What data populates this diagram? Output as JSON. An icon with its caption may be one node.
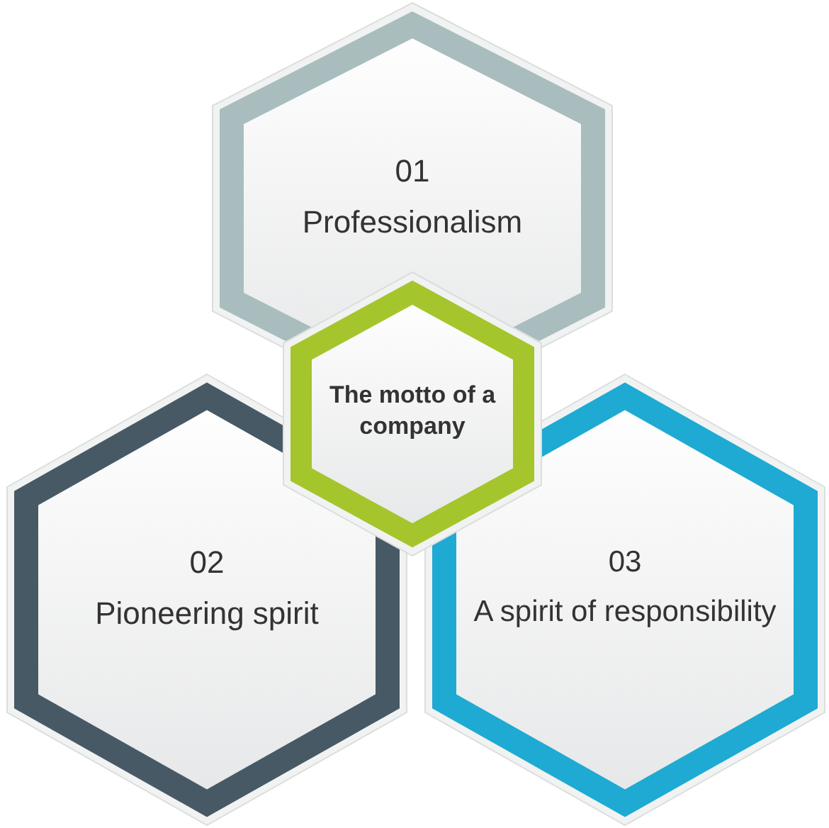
{
  "diagram": {
    "nodes": [
      {
        "text": [
          "01",
          "Professionalism"
        ]
      },
      {
        "text": [
          "The motto of a company"
        ]
      },
      {
        "text": [
          "02",
          "Pioneering spirit"
        ]
      },
      {
        "text": [
          "03",
          "A spirit of responsibility"
        ]
      }
    ]
  }
}
